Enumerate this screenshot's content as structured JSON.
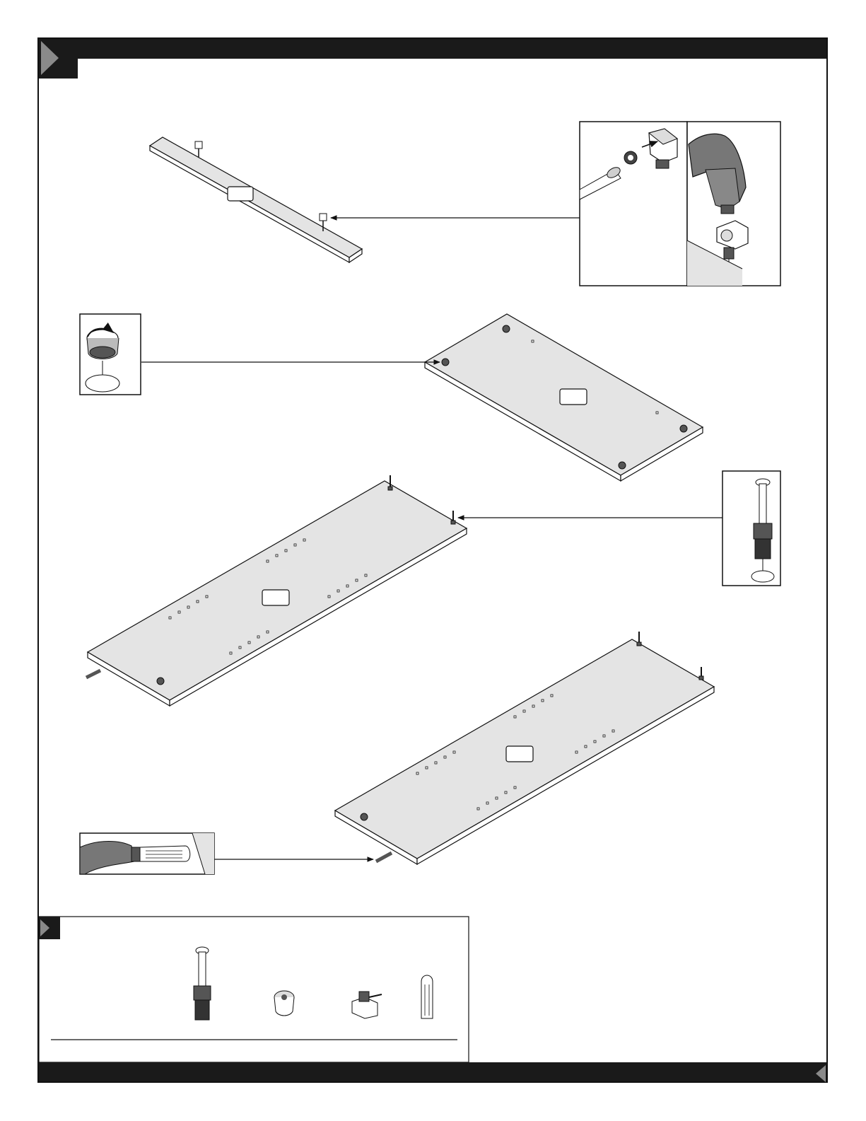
{
  "page": {
    "background": "#ffffff",
    "ink": "#111111",
    "panel_fill": "#e4e4e4",
    "header_bar_color": "#1a1a1a"
  },
  "step_header": {
    "step_number": "",
    "icon": "play-arrow-icon"
  },
  "panels": [
    {
      "id": "rail-panel",
      "label": ""
    },
    {
      "id": "top-panel",
      "label": ""
    },
    {
      "id": "side-panel-left",
      "label": ""
    },
    {
      "id": "side-panel-right",
      "label": ""
    }
  ],
  "insets": [
    {
      "id": "cam-bolt-inset",
      "icon": "screwdriver-cam-bolt-icon"
    },
    {
      "id": "hammer-inset",
      "icon": "hammer-icon"
    },
    {
      "id": "cam-lock-inset",
      "icon": "cam-lock-icon"
    },
    {
      "id": "bolt-inset",
      "icon": "cam-bolt-icon"
    },
    {
      "id": "dowel-inset",
      "icon": "hammer-dowel-icon"
    }
  ],
  "hardware_box": {
    "icon": "play-arrow-icon",
    "items": [
      {
        "icon": "cam-bolt-icon",
        "label": ""
      },
      {
        "icon": "cam-lock-icon",
        "label": ""
      },
      {
        "icon": "connector-icon",
        "label": ""
      },
      {
        "icon": "wood-dowel-icon",
        "label": ""
      }
    ]
  },
  "footer": {
    "icon": "page-corner-arrow-icon"
  }
}
